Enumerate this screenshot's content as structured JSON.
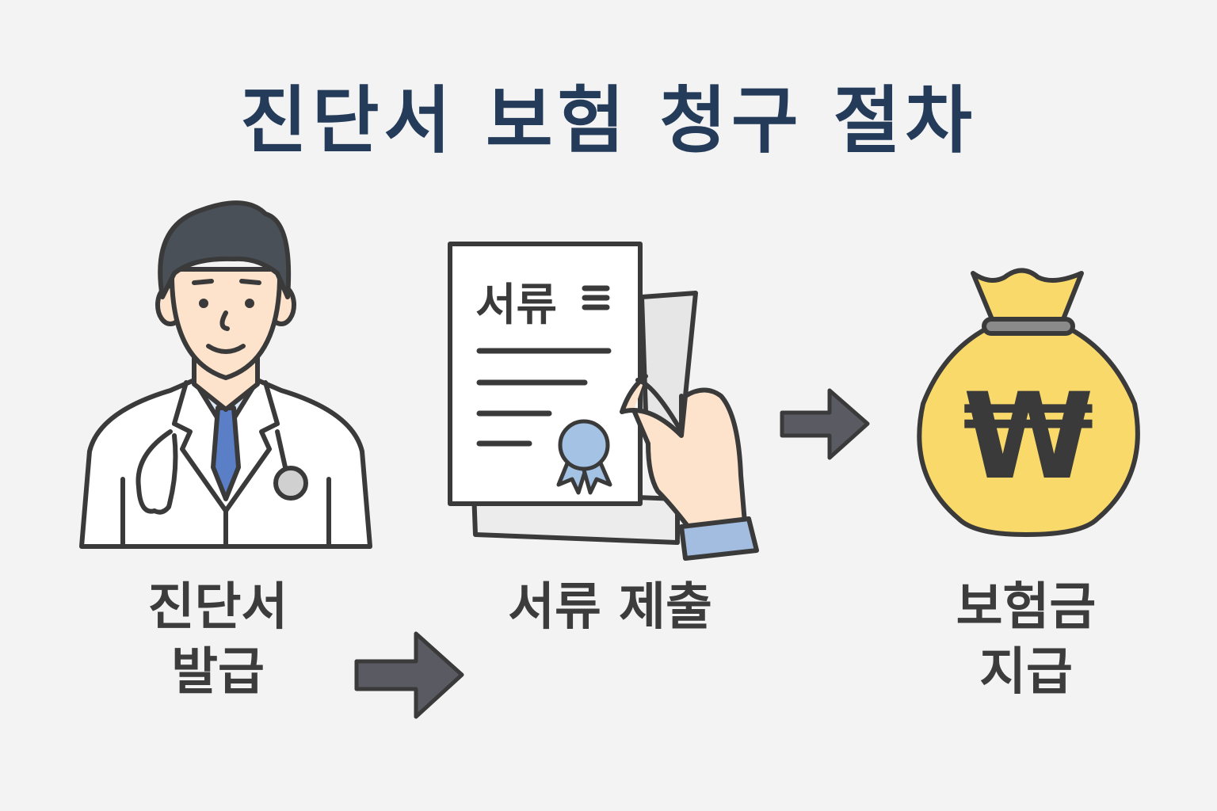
{
  "title": "진단서 보험 청구 절차",
  "steps": [
    {
      "line1": "진단서",
      "line2": "발급",
      "icon": "doctor-icon"
    },
    {
      "line1": "서류 제출",
      "line2": "",
      "icon": "document-hand-icon"
    },
    {
      "line1": "보험금",
      "line2": "지급",
      "icon": "money-bag-icon"
    }
  ],
  "document": {
    "header": "서류"
  },
  "money_bag": {
    "symbol": "₩"
  },
  "colors": {
    "title": "#243b5a",
    "outline": "#3a3a3a",
    "tie": "#5b7fc7",
    "skin": "#fde3cb",
    "bag": "#f9d96a",
    "arrow": "#5a5a62",
    "background": "#f3f3f3"
  }
}
